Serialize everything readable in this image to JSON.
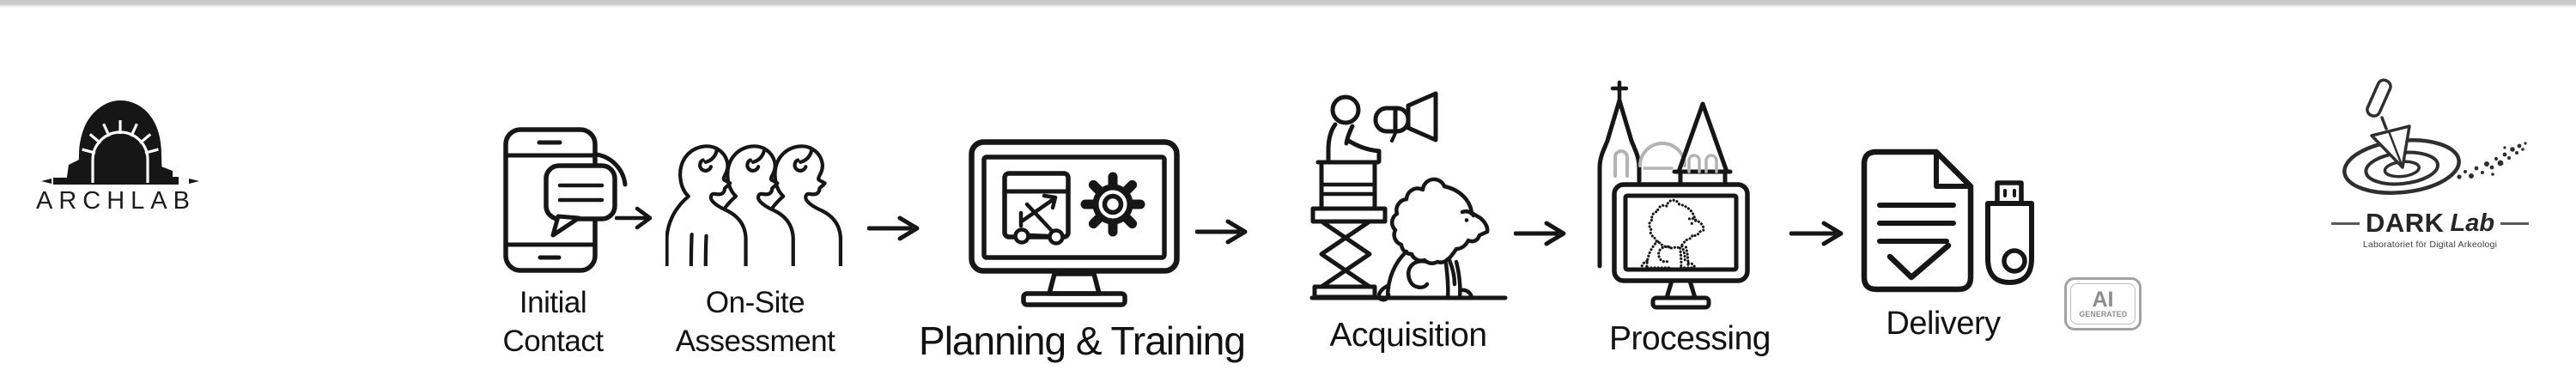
{
  "page": {
    "background": "#ffffff",
    "top_bar_color": "#cdcdcd"
  },
  "logo_archlab": {
    "icon": "stone-arch-icon",
    "text": "ARCHLAB"
  },
  "logo_darklab": {
    "icon": "trowel-spiral-icon",
    "title_bold": "DARK",
    "title_italic": "Lab",
    "subtitle": "Laboratoriet för Digital Arkeologi"
  },
  "workflow": {
    "arrow_glyph": "→",
    "steps": [
      {
        "id": "initial-contact",
        "icon": "phone-chat-icon",
        "label_line1": "Initial",
        "label_line2": "Contact"
      },
      {
        "id": "on-site-assessment",
        "icon": "people-group-icon",
        "label_line1": "On-Site",
        "label_line2": "Assessment"
      },
      {
        "id": "planning-training",
        "icon": "monitor-gear-icon",
        "label_line1": "Planning & Training",
        "label_line2": ""
      },
      {
        "id": "acquisition",
        "icon": "lift-scanner-lion-icon",
        "label_line1": "Acquisition",
        "label_line2": ""
      },
      {
        "id": "processing",
        "icon": "pointcloud-monitor-icon",
        "label_line1": "Processing",
        "label_line2": ""
      },
      {
        "id": "delivery",
        "icon": "document-usb-icon",
        "label_line1": "Delivery",
        "label_line2": ""
      }
    ]
  },
  "badge_ai": {
    "line1": "AI",
    "line2": "GENERATED"
  },
  "colors": {
    "ink": "#161616",
    "muted_gray": "#b3b3b3",
    "badge_gray": "#8c8c8c"
  }
}
